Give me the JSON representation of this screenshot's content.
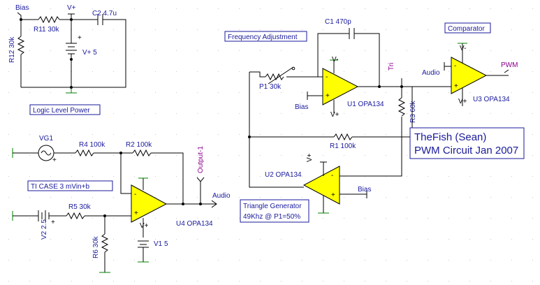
{
  "labels": {
    "bias_top": "Bias",
    "vplus_top": "V+",
    "c2": "C2 4.7u",
    "r11": "R11 30k",
    "r12": "R12 30k",
    "v_plus5": "V+ 5",
    "logic_level_power": "Logic Level Power",
    "freq_adj": "Frequency Adjustment",
    "c1": "C1 470p",
    "p1": "P1 30k",
    "bias_u1": "Bias",
    "u1": "U1 OPA134",
    "tri": "Tri",
    "r3": "R3 60k",
    "comparator": "Comparator",
    "audio_u3": "Audio",
    "pwm": "PWM",
    "u3": "U3 OPA134",
    "thefish_line1": "TheFish (Sean)",
    "thefish_line2": "PWM Circuit Jan 2007",
    "r1": "R1 100k",
    "vplus_u2": "V+",
    "u2": "U2 OPA134",
    "bias_u2": "Bias",
    "tri_gen_line1": "Triangle Generator",
    "tri_gen_line2": "49Khz @ P1=50%",
    "vg1": "VG1",
    "r4": "R4 100k",
    "r2": "R2 100k",
    "output1": "Output-1",
    "audio_u4": "Audio",
    "ti_case": "TI CASE 3 mVin+b",
    "v2": "V2 2.5",
    "r5": "R5 30k",
    "r6": "R6 30k",
    "u4": "U4 OPA134",
    "v1": "V1 5",
    "vminus": "V-",
    "vplus": "V+"
  }
}
